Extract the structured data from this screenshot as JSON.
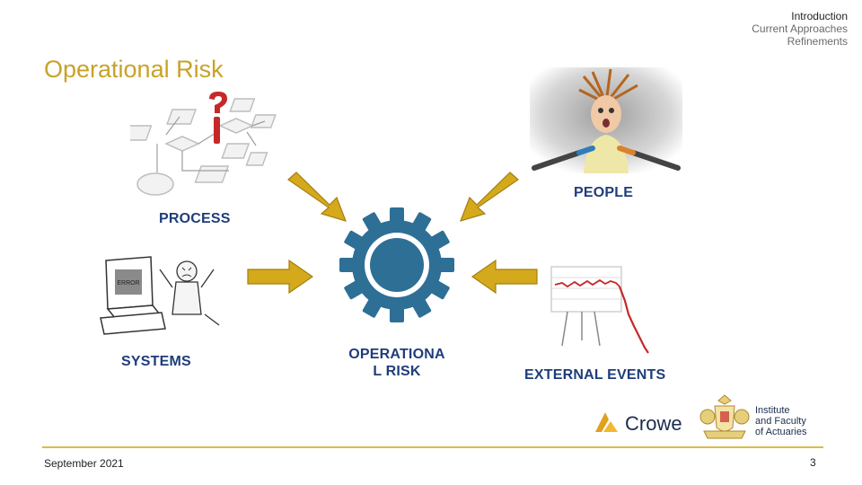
{
  "nav": {
    "items": [
      "Introduction",
      "Current Approaches",
      "Refinements"
    ]
  },
  "slide": {
    "title": "Operational Risk",
    "labels": {
      "people": "PEOPLE",
      "process": "PROCESS",
      "systems": "SYSTEMS",
      "center_line1": "OPERATIONA",
      "center_line2": "L RISK",
      "external": "EXTERNAL EVENTS"
    },
    "screen_text": "ERROR"
  },
  "logos": {
    "crowe": "Crowe",
    "ifoa_line1": "Institute",
    "ifoa_line2": "and Faculty",
    "ifoa_line3": "of Actuaries"
  },
  "footer": {
    "date": "September 2021",
    "page": "3"
  },
  "colors": {
    "accent_gold": "#c9a227",
    "gear_blue": "#2e6f96",
    "label_blue": "#1f3d7a"
  }
}
